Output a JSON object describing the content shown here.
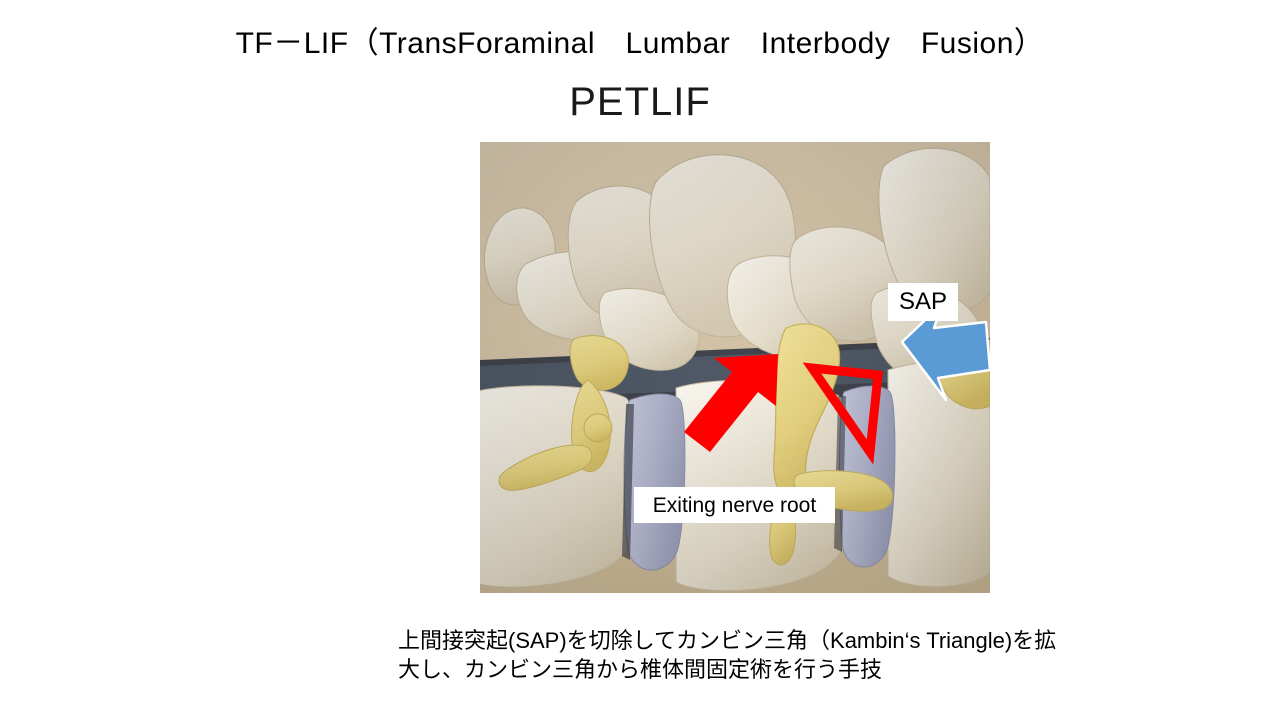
{
  "slide": {
    "title": "TF－LIF（TransForaminal　Lumbar　Interbody　Fusion）",
    "subtitle": "PETLIF",
    "caption_line1": "上間接突起(SAP)を切除してカンビン三角（Kambin‘s Triangle)を拡",
    "caption_line2": "大し、カンビン三角から椎体間固定術を行う手技"
  },
  "photo": {
    "labels": {
      "sap": "SAP",
      "exiting_nerve_root": "Exiting nerve root"
    },
    "annotations": {
      "red_arrow_name": "red-arrow-pointing-to-exiting-nerve-root",
      "blue_arrow_name": "blue-arrow-pointing-to-sap",
      "red_triangle_name": "kambins-triangle-outline"
    },
    "colors": {
      "red_arrow": "#FF0000",
      "blue_arrow": "#5B9BD5",
      "blue_arrow_outline": "#FFFFFF",
      "triangle_outline": "#FF0000",
      "bone": "#EFE8DA",
      "nerve": "#EBD98A",
      "disc": "#B9BBD2",
      "canal": "#2B2F38",
      "background": "#D9C9AD"
    }
  }
}
